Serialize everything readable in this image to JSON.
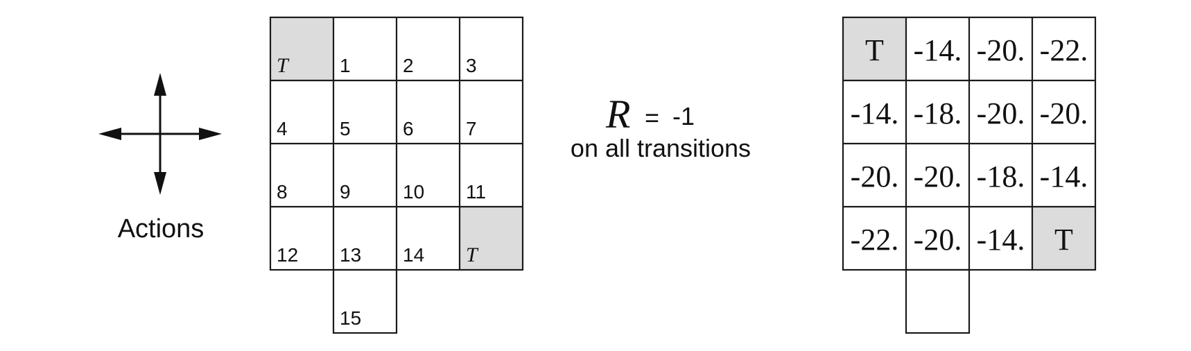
{
  "actions": {
    "label": "Actions",
    "directions": [
      "up",
      "down",
      "left",
      "right"
    ]
  },
  "state_grid": {
    "rows": [
      [
        "T",
        "1",
        "2",
        "3"
      ],
      [
        "4",
        "5",
        "6",
        "7"
      ],
      [
        "8",
        "9",
        "10",
        "11"
      ],
      [
        "12",
        "13",
        "14",
        "T"
      ]
    ],
    "extra_state": "15",
    "terminal_label": "T",
    "terminal_color": "#dcdcdc"
  },
  "reward": {
    "symbol": "R",
    "equals": "=",
    "value": "-1",
    "caption": "on all transitions"
  },
  "value_grid": {
    "rows": [
      [
        "T",
        "-14.",
        "-20.",
        "-22."
      ],
      [
        "-14.",
        "-18.",
        "-20.",
        "-20."
      ],
      [
        "-20.",
        "-20.",
        "-18.",
        "-14."
      ],
      [
        "-22.",
        "-20.",
        "-14.",
        "T"
      ]
    ],
    "extra_value": "",
    "terminal_color": "#dcdcdc"
  }
}
